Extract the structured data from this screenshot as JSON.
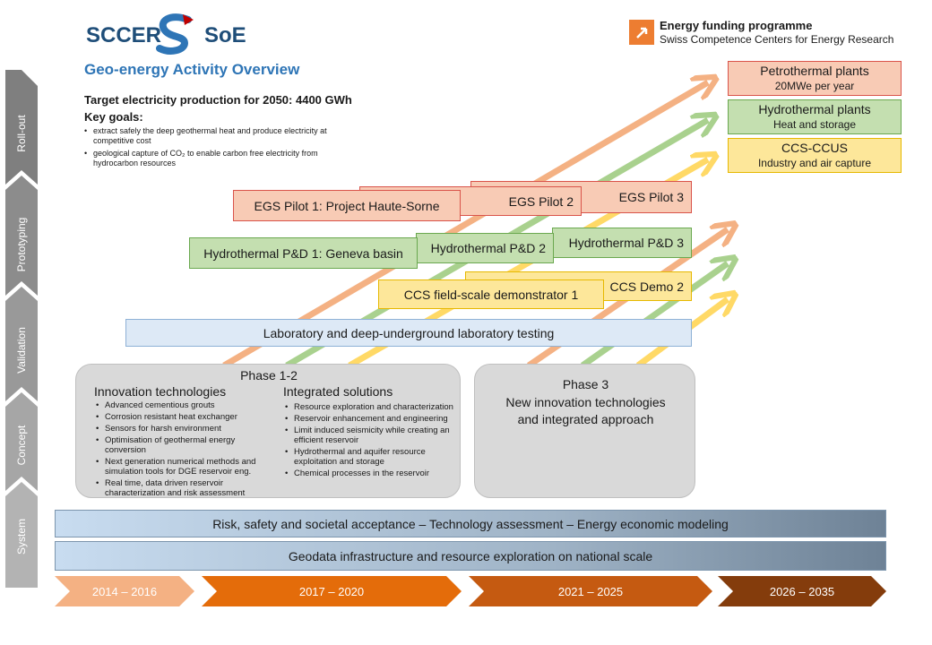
{
  "header": {
    "logo_left_a": "SCCER",
    "logo_left_b": "SoE",
    "title": "Geo-energy Activity Overview",
    "funding_title": "Energy funding programme",
    "funding_sub": "Swiss Competence Centers for Energy Research"
  },
  "goals": {
    "target": "Target electricity production for 2050: 4400 GWh",
    "heading": "Key goals:",
    "items": [
      "extract safely the deep geothermal heat and produce electricity at competitive cost",
      "geological capture of CO₂ to enable carbon free electricity from hydrocarbon resources"
    ]
  },
  "stages": [
    "Roll-out",
    "Prototyping",
    "Validation",
    "Concept",
    "System"
  ],
  "outcomes": [
    {
      "title": "Petrothermal  plants",
      "sub": "20MWe per year",
      "color": "orange"
    },
    {
      "title": "Hydrothermal  plants",
      "sub": "Heat and storage",
      "color": "green"
    },
    {
      "title": "CCS-CCUS",
      "sub": "Industry and air capture",
      "color": "yellow"
    }
  ],
  "projects": {
    "egs1": "EGS Pilot 1: Project Haute-Sorne",
    "egs2": "EGS Pilot 2",
    "egs3": "EGS Pilot 3",
    "hyd1": "Hydrothermal  P&D 1: Geneva basin",
    "hyd2": "Hydrothermal  P&D 2",
    "hyd3": "Hydrothermal  P&D 3",
    "ccs1": "CCS field-scale demonstrator 1",
    "ccs2": "CCS Demo  2",
    "lab": "Laboratory and deep-underground  laboratory testing"
  },
  "phase12": {
    "title": "Phase 1-2",
    "col1_title": "Innovation technologies",
    "col1_items": [
      "Advanced cementious grouts",
      "Corrosion resistant heat exchanger",
      "Sensors for harsh environment",
      "Optimisation of geothermal energy conversion",
      "Next generation numerical methods and simulation tools for DGE reservoir eng.",
      "Real time, data driven reservoir characterization and risk assessment"
    ],
    "col2_title": "Integrated solutions",
    "col2_items": [
      "Resource exploration and characterization",
      "Reservoir enhancement and engineering",
      "Limit induced seismicity while creating an efficient reservoir",
      "Hydrothermal and aquifer resource exploitation and storage",
      "Chemical processes in the reservoir"
    ]
  },
  "phase3": {
    "title": "Phase 3",
    "line1": "New innovation technologies",
    "line2": "and integrated approach"
  },
  "system_bars": [
    "Risk, safety and societal acceptance – Technology assessment – Energy economic modeling",
    "Geodata infrastructure and resource exploration on national scale"
  ],
  "timeline": [
    {
      "label": "2014 – 2016",
      "color": "#f4b183"
    },
    {
      "label": "2017 – 2020",
      "color": "#e46c0a"
    },
    {
      "label": "2021 – 2025",
      "color": "#c55a11"
    },
    {
      "label": "2026 – 2035",
      "color": "#843c0c"
    }
  ],
  "colors": {
    "orange_arrow": "#f4b183",
    "green_arrow": "#a9d18e",
    "yellow_arrow": "#ffd966",
    "title_blue": "#2e75b6",
    "logo_blue": "#1f4e79",
    "logo_red": "#c00000",
    "funding_orange": "#ed7d31",
    "side_gray": "#7f7f7f"
  }
}
